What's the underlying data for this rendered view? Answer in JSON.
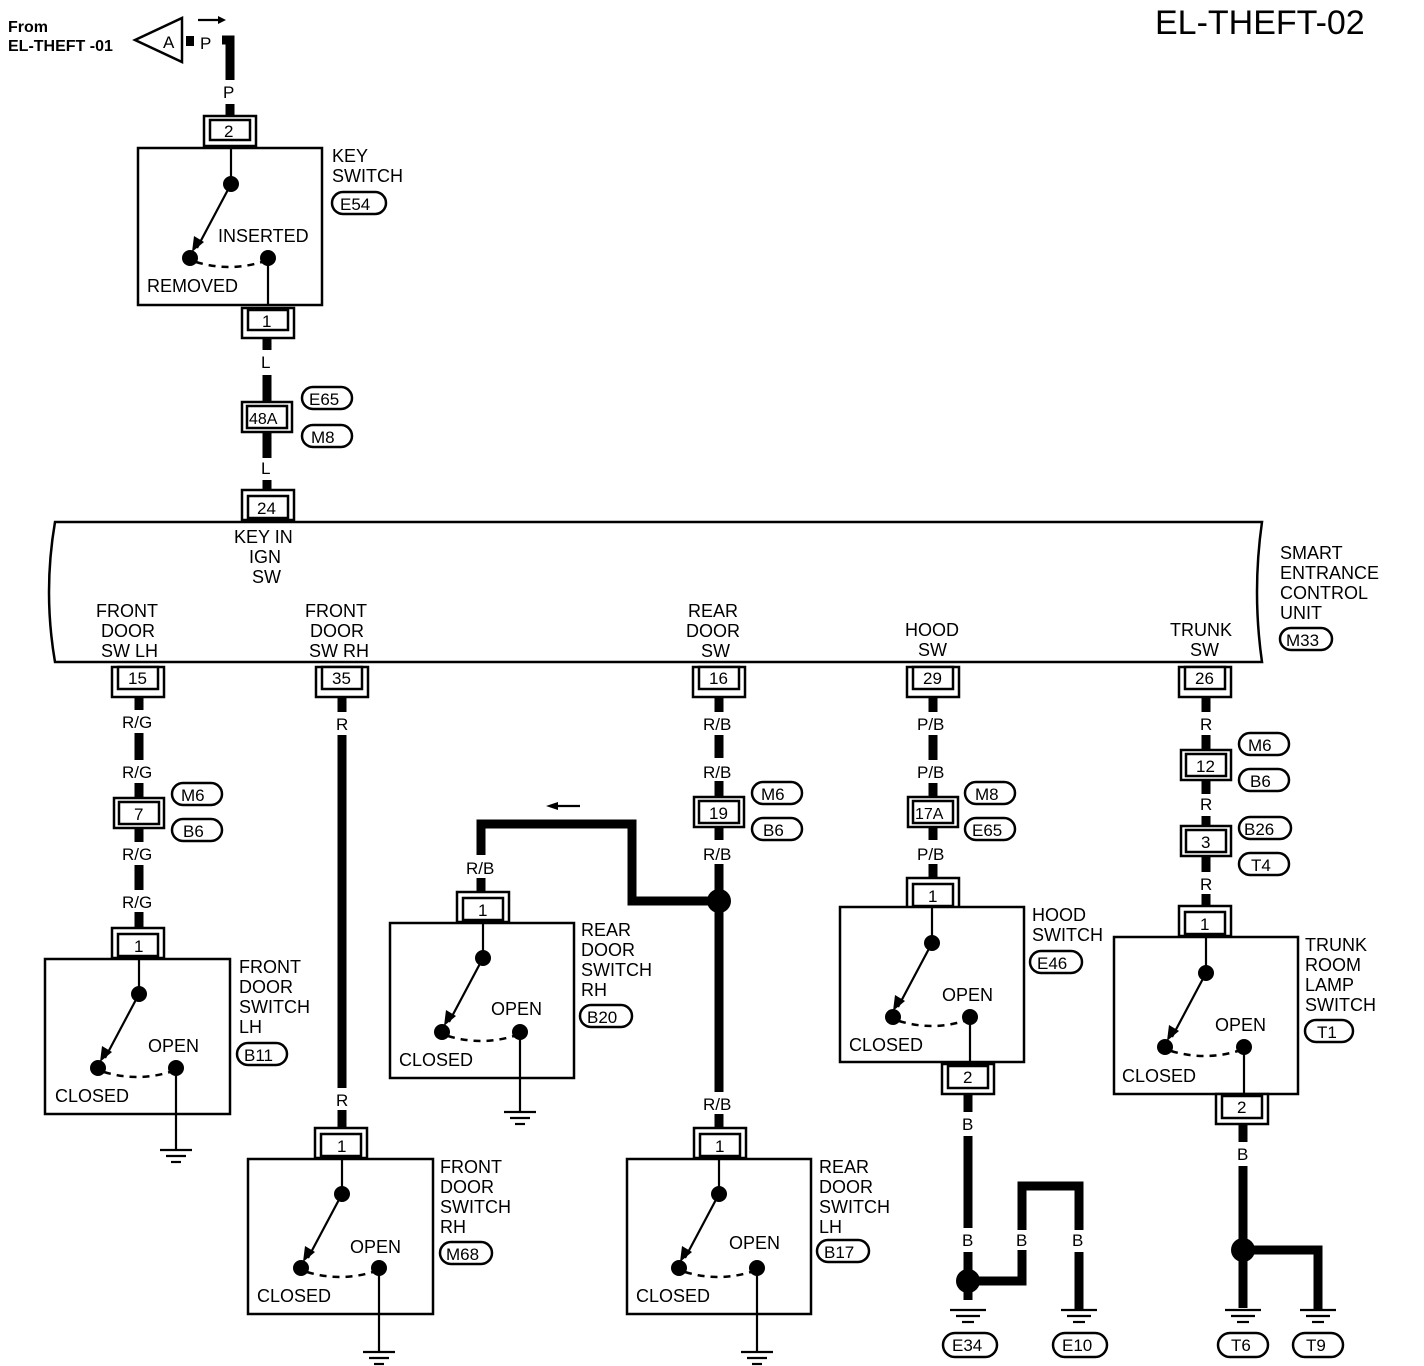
{
  "title": "EL-THEFT-02",
  "from_label": [
    "From",
    "EL-THEFT -01"
  ],
  "from_connector": "A",
  "top_wire": "P",
  "key_switch": {
    "name": [
      "KEY",
      "SWITCH"
    ],
    "connector": "E54",
    "pin_top": "2",
    "pin_bottom": "1",
    "state_on": "INSERTED",
    "state_off": "REMOVED"
  },
  "wire_l": "L",
  "joint_48a": {
    "pin": "48A",
    "connectors": [
      "E65",
      "M8"
    ]
  },
  "control_unit": {
    "name": [
      "SMART",
      "ENTRANCE",
      "CONTROL",
      "UNIT"
    ],
    "connector": "M33",
    "key_in": {
      "pin": "24",
      "label": [
        "KEY IN",
        "IGN",
        "SW"
      ]
    },
    "terminals": [
      {
        "pin": "15",
        "label": [
          "FRONT",
          "DOOR",
          "SW LH"
        ]
      },
      {
        "pin": "35",
        "label": [
          "FRONT",
          "DOOR",
          "SW RH"
        ]
      },
      {
        "pin": "16",
        "label": [
          "REAR",
          "DOOR",
          "SW"
        ]
      },
      {
        "pin": "29",
        "label": [
          "HOOD",
          "SW"
        ]
      },
      {
        "pin": "26",
        "label": [
          "TRUNK",
          "SW"
        ]
      }
    ]
  },
  "wire_colors": {
    "rg": "R/G",
    "r": "R",
    "rb": "R/B",
    "pb": "P/B",
    "b": "B"
  },
  "joints": {
    "j7": {
      "pin": "7",
      "connectors": [
        "M6",
        "B6"
      ]
    },
    "j19": {
      "pin": "19",
      "connectors": [
        "M6",
        "B6"
      ]
    },
    "j17a": {
      "pin": "17A",
      "connectors": [
        "M8",
        "E65"
      ]
    },
    "j12": {
      "pin": "12",
      "connectors": [
        "M6",
        "B6"
      ]
    },
    "j3": {
      "pin": "3",
      "connectors": [
        "B26",
        "T4"
      ]
    }
  },
  "switches": {
    "front_lh": {
      "name": [
        "FRONT",
        "DOOR",
        "SWITCH",
        "LH"
      ],
      "connector": "B11",
      "pin": "1"
    },
    "front_rh": {
      "name": [
        "FRONT",
        "DOOR",
        "SWITCH",
        "RH"
      ],
      "connector": "M68",
      "pin": "1"
    },
    "rear_rh": {
      "name": [
        "REAR",
        "DOOR",
        "SWITCH",
        "RH"
      ],
      "connector": "B20",
      "pin": "1"
    },
    "rear_lh": {
      "name": [
        "REAR",
        "DOOR",
        "SWITCH",
        "LH"
      ],
      "connector": "B17",
      "pin": "1"
    },
    "hood": {
      "name": [
        "HOOD",
        "SWITCH"
      ],
      "connector": "E46",
      "pin": "1",
      "pin2": "2"
    },
    "trunk": {
      "name": [
        "TRUNK",
        "ROOM",
        "LAMP",
        "SWITCH"
      ],
      "connector": "T1",
      "pin": "1",
      "pin2": "2"
    }
  },
  "states": {
    "open": "OPEN",
    "closed": "CLOSED"
  },
  "grounds": [
    "E34",
    "E10",
    "T6",
    "T9"
  ]
}
